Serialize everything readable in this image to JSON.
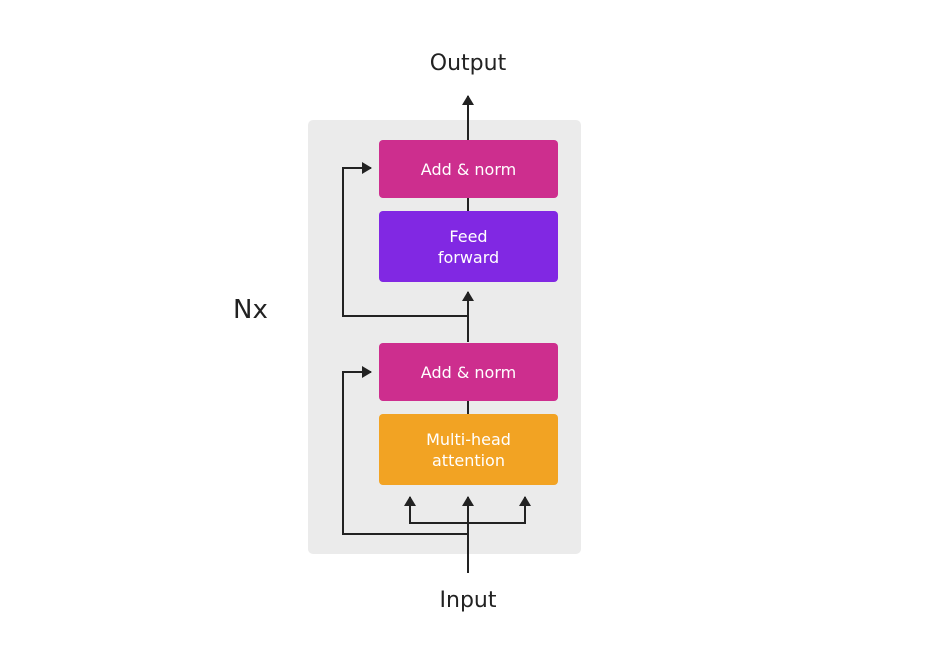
{
  "diagram": {
    "output_label": "Output",
    "input_label": "Input",
    "repeat_label": "Nx",
    "blocks": {
      "add_norm_top": {
        "line1": "Add & norm",
        "line2": ""
      },
      "feed_forward": {
        "line1": "Feed",
        "line2": "forward"
      },
      "add_norm_bottom": {
        "line1": "Add & norm",
        "line2": ""
      },
      "multi_head_attention": {
        "line1": "Multi-head",
        "line2": "attention"
      }
    }
  },
  "colors": {
    "container_background": "#ebebeb",
    "add_norm": "#cd2e8e",
    "feed_forward": "#8128e3",
    "multi_head_attention": "#f2a323",
    "lines": "#222222"
  }
}
